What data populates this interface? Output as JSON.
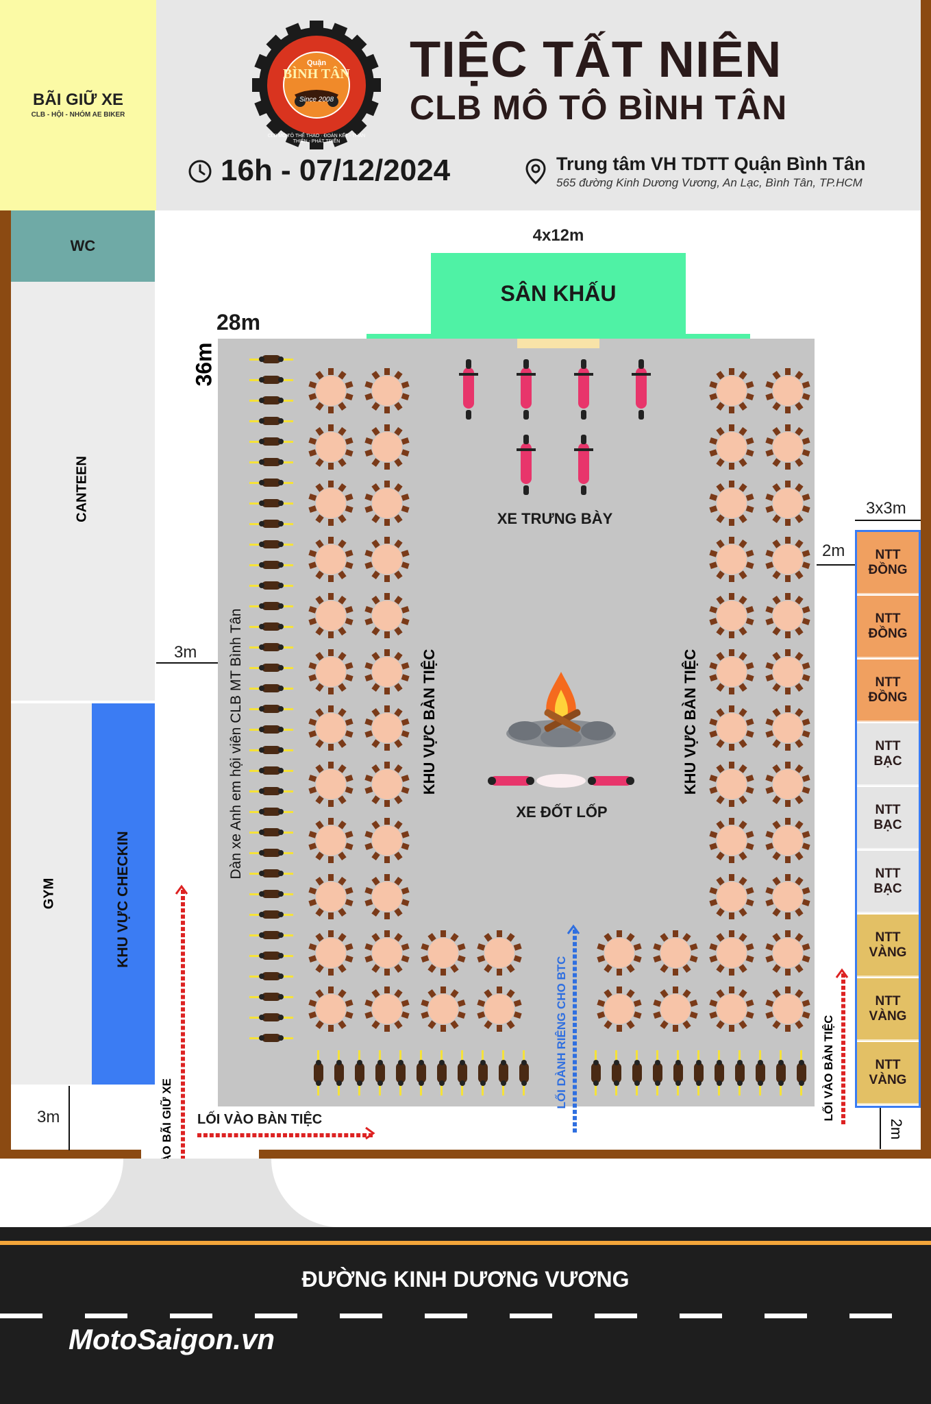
{
  "header": {
    "title_line1": "TIỆC TẤT NIÊN",
    "title_line2": "CLB MÔ TÔ BÌNH TÂN",
    "time": "16h - 07/12/2024",
    "venue": "Trung tâm VH TDTT Quận Bình Tân",
    "address": "565 đường Kinh Dương Vương, An Lạc, Bình Tân, TP.HCM"
  },
  "logo": {
    "ring_text": "CLB MÔ TÔ THỂ THAO · ĐOÀN KẾT - THÂN THIỆN - PHÁT TRIỂN",
    "name_small": "Quận",
    "name": "BÌNH TÂN",
    "since": "Since 2008"
  },
  "parking": {
    "title": "BÃI GIỮ XE",
    "subtitle": "CLB - HỘI - NHÓM AE BIKER"
  },
  "rooms": {
    "wc": "WC",
    "canteen": "CANTEEN",
    "gym": "GYM",
    "checkin": "KHU VỰC CHECKIN"
  },
  "stage": {
    "label": "SÂN KHẤU",
    "size": "4x12m"
  },
  "hall": {
    "width_label": "28m",
    "height_label": "36m",
    "display_bikes_label": "XE TRƯNG BÀY",
    "burnout_label": "XE ĐỐT LỐP",
    "left_tables_label": "KHU VỰC BÀN TIỆC",
    "right_tables_label": "KHU VỰC BÀN TIỆC",
    "member_bikes_label": "Dàn xe Anh em hội viên CLB MT Bình Tân",
    "btc_entrance": "LỐI DÀNH RIÊNG CHO BTC"
  },
  "dimensions": {
    "side_gap": "3m",
    "booth_gap": "2m",
    "booth_size": "3x3m",
    "bottom_gap": "3m",
    "booth_bottom_gap": "2m"
  },
  "booths": [
    {
      "line1": "NTT",
      "line2": "ĐỒNG",
      "tier": "dong"
    },
    {
      "line1": "NTT",
      "line2": "ĐỒNG",
      "tier": "dong"
    },
    {
      "line1": "NTT",
      "line2": "ĐỒNG",
      "tier": "dong"
    },
    {
      "line1": "NTT",
      "line2": "BẠC",
      "tier": "bac"
    },
    {
      "line1": "NTT",
      "line2": "BẠC",
      "tier": "bac"
    },
    {
      "line1": "NTT",
      "line2": "BẠC",
      "tier": "bac"
    },
    {
      "line1": "NTT",
      "line2": "VÀNG",
      "tier": "vang"
    },
    {
      "line1": "NTT",
      "line2": "VÀNG",
      "tier": "vang"
    },
    {
      "line1": "NTT",
      "line2": "VÀNG",
      "tier": "vang"
    }
  ],
  "entrances": {
    "parking_entrance": "LỐI VÀO BÃI GIỮ XE",
    "party_entrance_bottom": "LỐI VÀO BÀN TIỆC",
    "party_entrance_right": "LỐI VÀO BÀN TIỆC"
  },
  "road": {
    "name": "ĐƯỜNG KINH DƯƠNG VƯƠNG"
  },
  "watermark": "MotoSaigon.vn",
  "colors": {
    "stage": "#4ff2a5",
    "hall": "#c5c5c5",
    "checkin": "#3b7cf3",
    "wc": "#6faaa6",
    "parking": "#fbfaa5",
    "wall": "#8b4a12",
    "table": "#f7c4a8",
    "bike_pink": "#e8356b",
    "booth_dong": "#f0a060",
    "booth_bac": "#e4e4e4",
    "booth_vang": "#e3c065"
  }
}
